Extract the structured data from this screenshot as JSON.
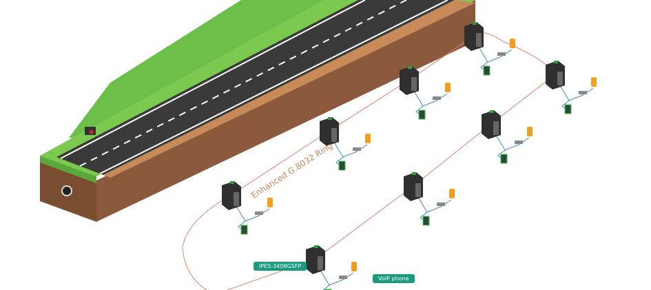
{
  "ring_label": "Enhanced G.8032 Ring",
  "switch_label": "IPES-3408GSFP",
  "phone_label": "VoIP phone",
  "colors": {
    "ring": "#d9836b",
    "link": "#3f88c5",
    "grass": "#6cc04a",
    "soil": "#8b5a3c",
    "road": "#3a3a3a",
    "tag": "#1a9a7e",
    "phone": "#f0a020"
  }
}
